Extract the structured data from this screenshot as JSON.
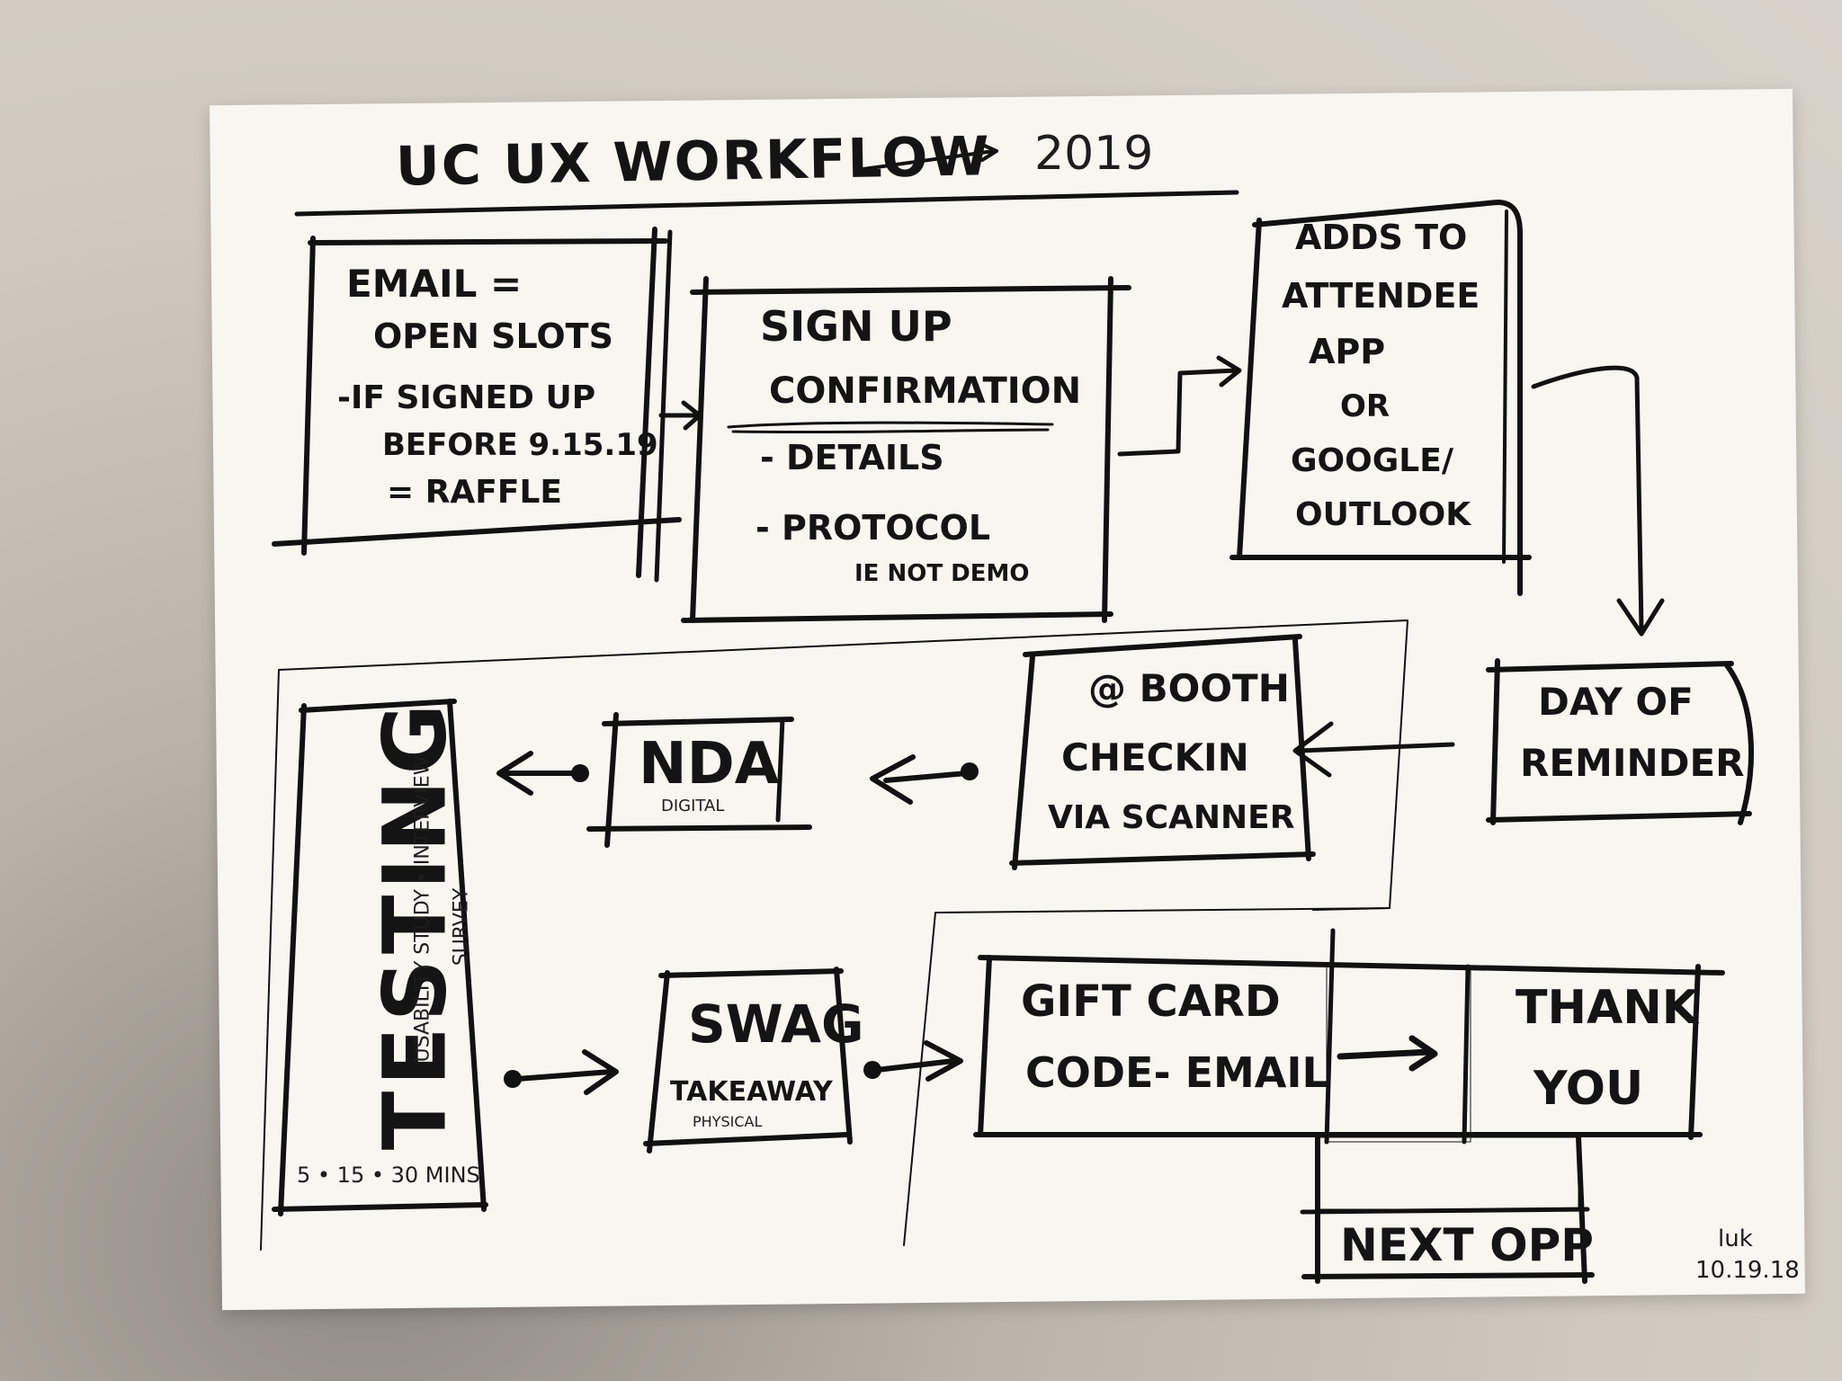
{
  "title": "UC UX WORKFLOW",
  "year": "2019",
  "boxes": {
    "email": [
      "EMAIL =",
      "OPEN SLOTS",
      "-IF SIGNED UP",
      "BEFORE 9.15.19",
      "= RAFFLE"
    ],
    "signup": {
      "line1": "SIGN UP",
      "line2": "CONFIRMATION",
      "details": "- DETAILS",
      "protocol": "- PROTOCOL",
      "note": "IE NOT DEMO"
    },
    "adds": [
      "ADDS TO",
      "ATTENDEE",
      "APP",
      "OR",
      "GOOGLE/",
      "OUTLOOK"
    ],
    "reminder": [
      "DAY OF",
      "REMINDER"
    ],
    "booth": [
      "@ BOOTH",
      "CHECKIN",
      "VIA SCANNER"
    ],
    "nda": {
      "label": "NDA",
      "sub": "DIGITAL"
    },
    "testing": {
      "label": "TESTING",
      "sub1": "USABILITY STUDY • INTERVIEW",
      "sub2": "SURVEY",
      "times": "5 • 15 • 30 MINS"
    },
    "swag": {
      "label": "SWAG",
      "sub": "TAKEAWAY",
      "sub2": "PHYSICAL"
    },
    "giftcard": [
      "GIFT CARD",
      "CODE- EMAIL"
    ],
    "thankyou": [
      "THANK",
      "YOU"
    ],
    "nextopp": "NEXT OPP"
  },
  "signature": {
    "initials": "luk",
    "date": "10.19.18"
  }
}
